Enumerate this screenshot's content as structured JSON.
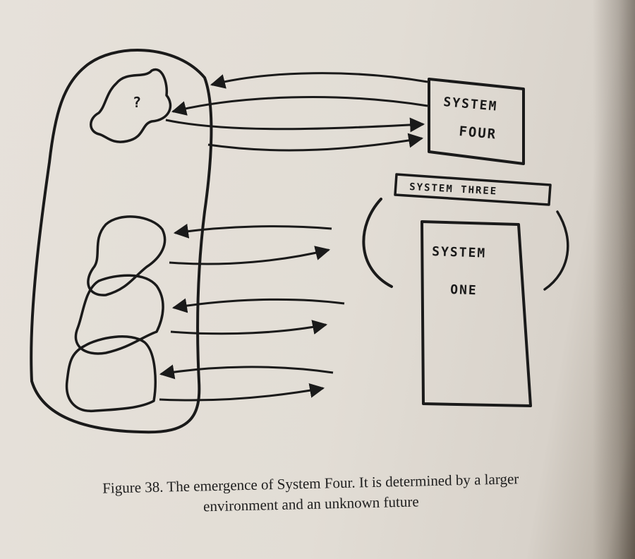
{
  "diagram": {
    "unknown_symbol": "?",
    "system_four": {
      "line1": "SYSTEM",
      "line2": "FOUR"
    },
    "system_three": {
      "label": "SYSTEM THREE"
    },
    "system_one": {
      "line1": "SYSTEM",
      "line2": "ONE"
    },
    "ink_color": "#1a1a1a"
  },
  "caption": {
    "line1": "Figure 38. The emergence of System Four. It is determined by a larger",
    "line2": "environment and an unknown future"
  }
}
